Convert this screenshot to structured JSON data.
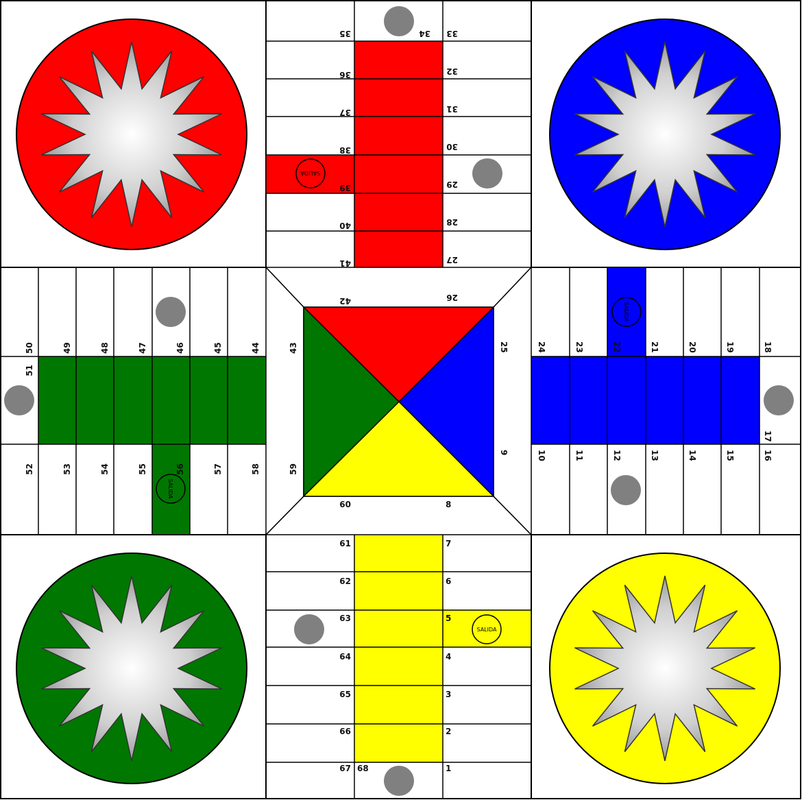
{
  "colors": {
    "red": "#ff0000",
    "blue": "#0000ff",
    "green": "#007700",
    "yellow": "#ffff00",
    "safe_marker": "#808080",
    "line": "#000000",
    "cell": "#ffffff"
  },
  "bases": [
    {
      "color": "red",
      "corner": "top-left",
      "icon": "star-burst-icon"
    },
    {
      "color": "blue",
      "corner": "top-right",
      "icon": "star-burst-icon"
    },
    {
      "color": "green",
      "corner": "bottom-left",
      "icon": "star-burst-icon"
    },
    {
      "color": "yellow",
      "corner": "bottom-right",
      "icon": "star-burst-icon"
    }
  ],
  "start_label": "SALIDA",
  "start_squares": [
    {
      "color": "yellow",
      "square": "5"
    },
    {
      "color": "blue",
      "square": "22"
    },
    {
      "color": "red",
      "square": "39"
    },
    {
      "color": "green",
      "square": "56"
    }
  ],
  "safe_squares": [
    "5",
    "12",
    "17",
    "22",
    "29",
    "34",
    "39",
    "46",
    "51",
    "56",
    "63",
    "68"
  ],
  "numbers": {
    "south_right": [
      "1",
      "2",
      "3",
      "4",
      "5",
      "6",
      "7",
      "8"
    ],
    "east_bottom": [
      "9",
      "10",
      "11",
      "12",
      "13",
      "14",
      "15",
      "16"
    ],
    "east_end": [
      "17",
      "18"
    ],
    "east_top": [
      "19",
      "20",
      "21",
      "22",
      "23",
      "24",
      "25"
    ],
    "north_right": [
      "26",
      "27",
      "28",
      "29",
      "30",
      "31",
      "32",
      "33"
    ],
    "north_end": [
      "34",
      "35"
    ],
    "north_left": [
      "36",
      "37",
      "38",
      "39",
      "40",
      "41",
      "42"
    ],
    "west_top": [
      "43",
      "44",
      "45",
      "46",
      "47",
      "48",
      "49",
      "50"
    ],
    "west_end": [
      "51",
      "52"
    ],
    "west_bottom": [
      "53",
      "54",
      "55",
      "56",
      "57",
      "58",
      "59"
    ],
    "south_left": [
      "60",
      "61",
      "62",
      "63",
      "64",
      "65",
      "66",
      "67"
    ],
    "south_end": [
      "68"
    ]
  }
}
